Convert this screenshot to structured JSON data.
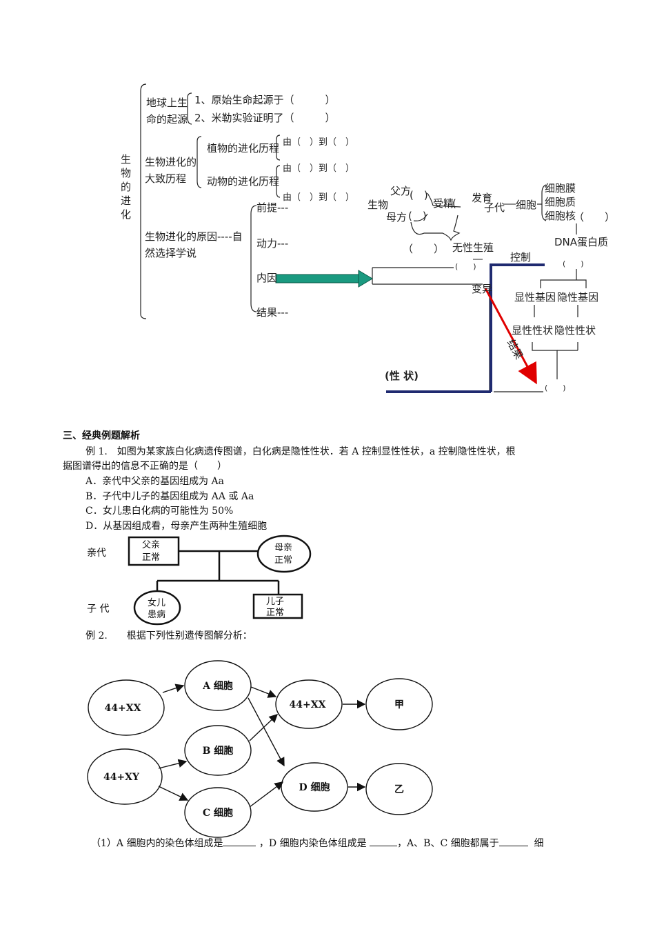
{
  "concept_map": {
    "root": "生物的进化",
    "origin_label_1": "地球上生",
    "origin_label_2": "命的起源",
    "origin_item_1": "1、原始生命起源于（　　　）",
    "origin_item_2": "2、米勒实验证明了（　　　）",
    "history_label_1": "生物进化的",
    "history_label_2": "大致历程",
    "plant_history": "植物的进化历程",
    "animal_history": "动物的进化历程",
    "from_to": "由（　）到（　）",
    "cause_label_1": "生物进化的原因----自",
    "cause_label_2": "然选择学说",
    "premise": "前提---",
    "driving_force": "动力---",
    "internal_cause": "内因",
    "result": "结果---",
    "organism": "生物",
    "father": "父方",
    "mother": "母方",
    "paren_blank": "(　)",
    "fertilization": "受精",
    "development": "发育",
    "offspring": "子代",
    "cell": "细胞",
    "cell_membrane": "细胞膜",
    "cytoplasm": "细胞质",
    "nucleus": "细胞核",
    "paren_wide": "（　　）",
    "dna_protein": "DNA蛋白质",
    "asexual": "无性生殖",
    "control": "控制",
    "variation": "变异",
    "dominant_gene": "显性基因",
    "recessive_gene": "隐性基因",
    "dominant_trait": "显性性状",
    "recessive_trait": "隐性性状",
    "trait": "(性 状)",
    "result_arrow": "结果",
    "small_paren": "(　　)"
  },
  "section_title": "三、经典例题解析",
  "example1": {
    "line1": "例 1.　如图为某家族白化病遗传图谱，白化病是隐性性状．若 A 控制显性性状，a 控制隐性性状，根",
    "line2": "据图谱得出的信息不正确的是（　　）",
    "option_a": "A．亲代中父亲的基因组成为 Aa",
    "option_b": "B．子代中儿子的基因组成为 AA 或 Aa",
    "option_c": "C．女儿患白化病的可能性为 50%",
    "option_d": "D．从基因组成看，母亲产生两种生殖细胞"
  },
  "pedigree": {
    "parent_gen": "亲代",
    "child_gen": "子 代",
    "father": "父亲",
    "mother": "母亲",
    "normal": "正常",
    "daughter": "女儿",
    "sick": "患病",
    "son": "儿子"
  },
  "example2": {
    "title": "例 2.　　根据下列性别遗传图解分析：",
    "n_xx": "44+XX",
    "n_xy": "44+XY",
    "cell_a": "A 细胞",
    "cell_b": "B 细胞",
    "cell_c": "C 细胞",
    "zygote_xx": "44+XX",
    "cell_d": "D 细胞",
    "jia": "甲",
    "yi": "乙",
    "q1_part1": "（1）A 细胞内的染色体组成是",
    "q1_part2": "，D 细胞内染色体组成是",
    "q1_part3": "，A、B、C 细胞都属于",
    "q1_part4": "细"
  }
}
